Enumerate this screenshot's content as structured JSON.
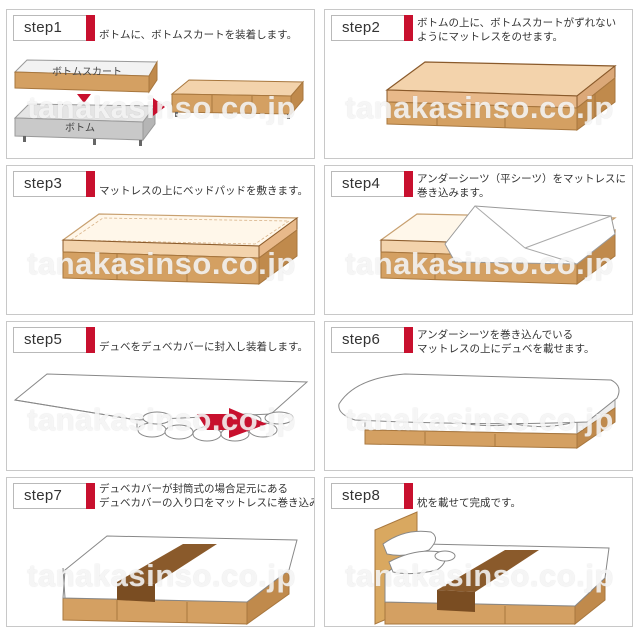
{
  "watermark": "tanakasinso.co.jp",
  "steps": [
    {
      "label": "step1",
      "lines": [
        "ボトムに、ボトムスカートを装着します。"
      ],
      "art_labels": [
        "ボトムスカート",
        "ボトム"
      ]
    },
    {
      "label": "step2",
      "lines": [
        "ボトムの上に、ボトムスカートがずれない",
        "ようにマットレスをのせます。"
      ]
    },
    {
      "label": "step3",
      "lines": [
        "マットレスの上にベッドパッドを敷きます。"
      ]
    },
    {
      "label": "step4",
      "lines": [
        "アンダーシーツ（平シーツ）をマットレスに",
        "巻き込みます。"
      ]
    },
    {
      "label": "step5",
      "lines": [
        "デュベをデュベカバーに封入し装着します。"
      ]
    },
    {
      "label": "step6",
      "lines": [
        "アンダーシーツを巻き込んでいる",
        "マットレスの上にデュベを載せます。"
      ]
    },
    {
      "label": "step7",
      "lines": [
        "デュベカバーが封筒式の場合足元にある",
        "デュベカバーの入り口をマットレスに巻き込みます。"
      ]
    },
    {
      "label": "step8",
      "lines": [
        "枕を載せて完成です。"
      ]
    }
  ],
  "colors": {
    "accent_red": "#c8102e",
    "skirt_tan": "#d4a062",
    "mattress_peach": "#f3d3ac",
    "throw_brown": "#8a5a2b",
    "headboard": "#d9a860"
  }
}
